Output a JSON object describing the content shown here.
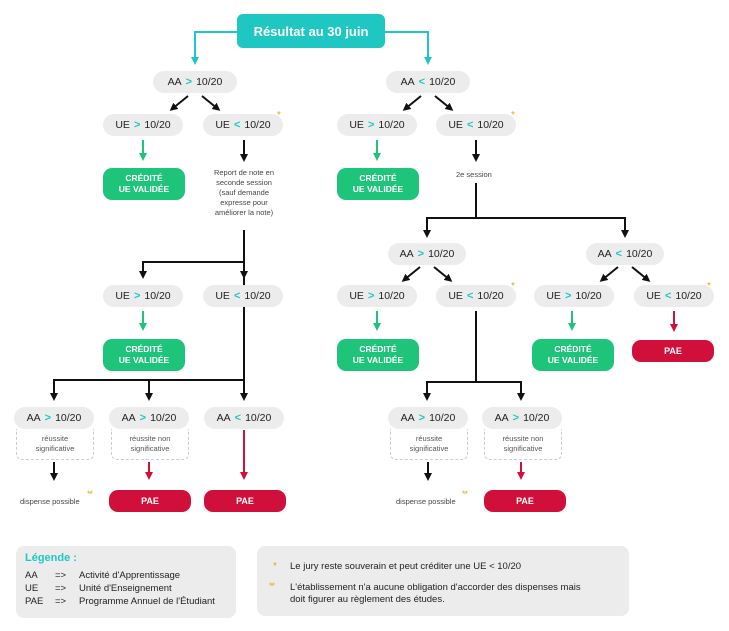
{
  "title": "Résultat au 30 juin",
  "nodes": {
    "aa_ge_top": {
      "label": "AA",
      "op": ">",
      "value": "10/20"
    },
    "aa_lt_top": {
      "label": "AA",
      "op": "<",
      "value": "10/20"
    },
    "ue_ge_1": {
      "label": "UE",
      "op": ">",
      "value": "10/20"
    },
    "ue_lt_1": {
      "label": "UE",
      "op": "<",
      "value": "10/20"
    },
    "ue_ge_2": {
      "label": "UE",
      "op": ">",
      "value": "10/20"
    },
    "ue_lt_2": {
      "label": "UE",
      "op": "<",
      "value": "10/20"
    },
    "aa_ge_mid": {
      "label": "AA",
      "op": ">",
      "value": "10/20"
    },
    "aa_lt_mid": {
      "label": "AA",
      "op": "<",
      "value": "10/20"
    },
    "ue_ge_left3": {
      "label": "UE",
      "op": ">",
      "value": "10/20"
    },
    "ue_lt_left3": {
      "label": "UE",
      "op": "<",
      "value": "10/20"
    },
    "ue_ge_m1": {
      "label": "UE",
      "op": ">",
      "value": "10/20"
    },
    "ue_lt_m1": {
      "label": "UE",
      "op": "<",
      "value": "10/20"
    },
    "ue_ge_m2": {
      "label": "UE",
      "op": ">",
      "value": "10/20"
    },
    "ue_lt_m2": {
      "label": "UE",
      "op": "<",
      "value": "10/20"
    },
    "aa_b1": {
      "label": "AA",
      "op": ">",
      "value": "10/20"
    },
    "aa_b2": {
      "label": "AA",
      "op": ">",
      "value": "10/20"
    },
    "aa_b3": {
      "label": "AA",
      "op": "<",
      "value": "10/20"
    },
    "aa_b4": {
      "label": "AA",
      "op": ">",
      "value": "10/20"
    },
    "aa_b5": {
      "label": "AA",
      "op": ">",
      "value": "10/20"
    }
  },
  "credit_label": {
    "line1": "CRÉDITÉ",
    "line2": "UE VALIDÉE"
  },
  "pae_label": "PAE",
  "report_note": [
    "Report de note en",
    "seconde session",
    "(sauf demande",
    "expresse pour",
    "améliorer la note)"
  ],
  "second_session": "2e session",
  "reussite_sig": [
    "réussite",
    "significative"
  ],
  "reussite_non_sig": [
    "réussite non",
    "significative"
  ],
  "dispense": "dispense possible",
  "legend": {
    "title": "Légende :",
    "arrow": "=>",
    "rows": [
      {
        "key": "AA",
        "text": "Activité d'Apprentissage"
      },
      {
        "key": "UE",
        "text": "Unité d'Enseignement"
      },
      {
        "key": "PAE",
        "text": "Programme Annuel de l'Étudiant"
      }
    ]
  },
  "footnotes": {
    "star": "*",
    "star2": "**",
    "note1": "Le jury reste souverain et peut créditer une UE < 10/20",
    "note2_line1": "L'établissement n'a aucune obligation d'accorder des dispenses mais",
    "note2_line2": "doit figurer au règlement des études."
  },
  "colors": {
    "teal": "#1fc7c3",
    "green": "#1fc47b",
    "red": "#d0103a",
    "orange": "#f2a400",
    "grey": "#ececec"
  }
}
